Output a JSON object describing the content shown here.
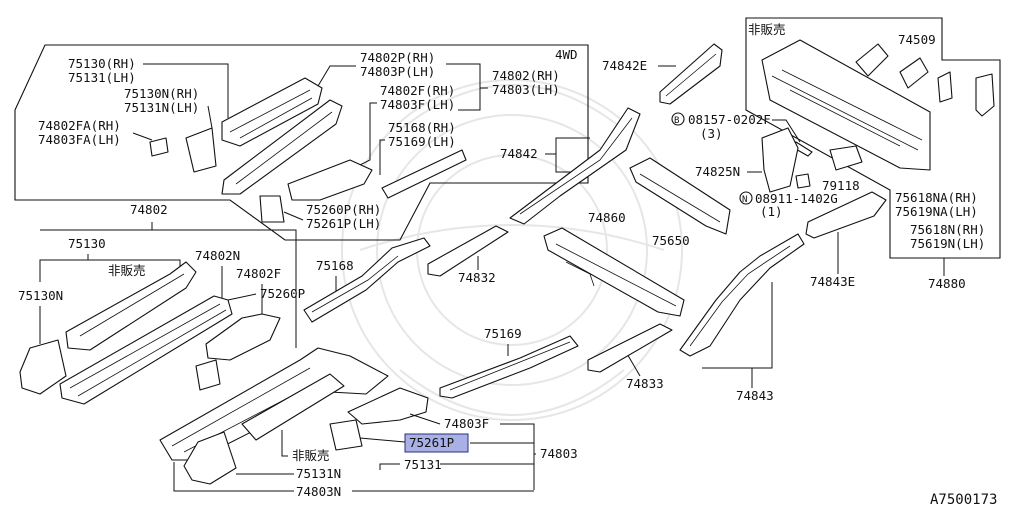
{
  "diagram_id": "A7500173",
  "group_4wd": "4WD",
  "not_for_sale": "非販売",
  "labels": {
    "p75130_rh": "75130(RH)",
    "p75131_lh": "75131(LH)",
    "p75130n_rh": "75130N(RH)",
    "p75131n_lh": "75131N(LH)",
    "p74802fa_rh": "74802FA(RH)",
    "p74803fa_lh": "74803FA(LH)",
    "p74802p_rh": "74802P(RH)",
    "p74803p_lh": "74803P(LH)",
    "p74802_rh": "74802(RH)",
    "p74803_lh": "74803(LH)",
    "p74802f_rh": "74802F(RH)",
    "p74803f_lh": "74803F(LH)",
    "p75168_rh": "75168(RH)",
    "p75169_lh": "75169(LH)",
    "p75260p_rh": "75260P(RH)",
    "p75261p_lh": "75261P(LH)",
    "p74842e": "74842E",
    "p74842": "74842",
    "p74509": "74509",
    "p08157_a": "08157-0202F",
    "p08157_b": "(3)",
    "b_marker": "B",
    "p74825n": "74825N",
    "p79118": "79118",
    "n_marker": "N",
    "p08911_a": "08911-1402G",
    "p08911_b": "(1)",
    "p75618na_rh": "75618NA(RH)",
    "p75619na_lh": "75619NA(LH)",
    "p75618n_rh": "75618N(RH)",
    "p75619n_lh": "75619N(LH)",
    "p74880": "74880",
    "p74843e": "74843E",
    "p75650": "75650",
    "p74860": "74860",
    "p74832": "74832",
    "p74802": "74802",
    "p75130": "75130",
    "p75130n": "75130N",
    "p74802n": "74802N",
    "p74802f": "74802F",
    "p75260p": "75260P",
    "p75168": "75168",
    "p75169": "75169",
    "p74833": "74833",
    "p74843": "74843",
    "p74803f": "74803F",
    "p75261p": "75261P",
    "p74803": "74803",
    "p75131": "75131",
    "p75131n": "75131N",
    "p74803n": "74803N"
  },
  "highlighted_part": "75261P",
  "colors": {
    "highlight_fill": "#a9b0e6",
    "highlight_stroke": "#2a2f7a",
    "line": "#111111"
  }
}
